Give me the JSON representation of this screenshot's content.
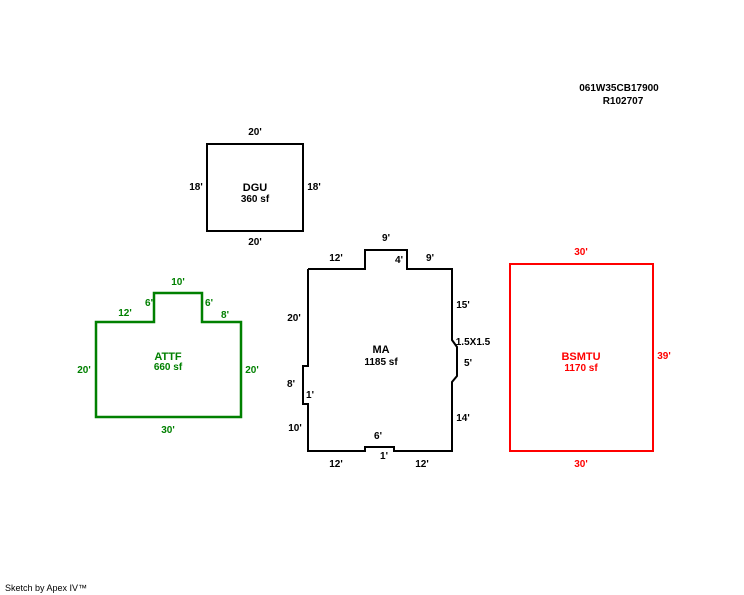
{
  "header": {
    "parcel_id": "061W35CB17900",
    "account": "R102707"
  },
  "footer": {
    "credit": "Sketch by Apex IV™"
  },
  "colors": {
    "black": "#000000",
    "green": "#008000",
    "red": "#ff0000"
  },
  "areas": {
    "dgu": {
      "name": "DGU",
      "size": "360 sf",
      "dims": {
        "top": "20'",
        "bottom": "20'",
        "left": "18'",
        "right": "18'"
      }
    },
    "attf": {
      "name": "ATTF",
      "size": "660 sf",
      "dims": {
        "top": "10'",
        "step_left": "6'",
        "step_right": "6'",
        "upper_left": "12'",
        "upper_right": "8'",
        "left": "20'",
        "right": "20'",
        "bottom": "30'"
      }
    },
    "ma": {
      "name": "MA",
      "size": "1185 sf",
      "dims": {
        "top_mid": "9'",
        "top_left": "12'",
        "top_right": "9'",
        "notch_top": "4'",
        "right_upper": "15'",
        "bay": "1.5X1.5",
        "right_mid": "5'",
        "right_lower": "14'",
        "left_upper": "20'",
        "left_mid": "8'",
        "left_notch": "1'",
        "left_lower": "10'",
        "bottom_mid": "6'",
        "bottom_notch": "1'",
        "bottom_left": "12'",
        "bottom_right": "12'"
      }
    },
    "bsmtu": {
      "name": "BSMTU",
      "size": "1170 sf",
      "dims": {
        "top": "30'",
        "bottom": "30'",
        "right": "39'"
      }
    }
  }
}
